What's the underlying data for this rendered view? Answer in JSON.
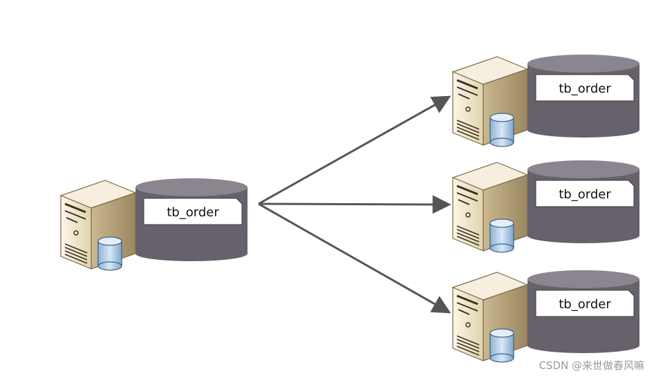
{
  "nodes": [
    {
      "id": "source",
      "table_label": "tb_order"
    },
    {
      "id": "target-1",
      "table_label": "tb_order"
    },
    {
      "id": "target-2",
      "table_label": "tb_order"
    },
    {
      "id": "target-3",
      "table_label": "tb_order"
    }
  ],
  "edges": [
    {
      "from": "source",
      "to": "target-1"
    },
    {
      "from": "source",
      "to": "target-2"
    },
    {
      "from": "source",
      "to": "target-3"
    }
  ],
  "watermark": "CSDN @来世做春风嘛",
  "colors": {
    "server_front": "#efe6cf",
    "server_side": "#b7a47c",
    "server_top": "#f6efdf",
    "disk_body": "#66616a",
    "disk_top": "#8a858e",
    "db_icon": "#b9d2ea",
    "arrow": "#555555",
    "label_bg": "#ffffff"
  }
}
